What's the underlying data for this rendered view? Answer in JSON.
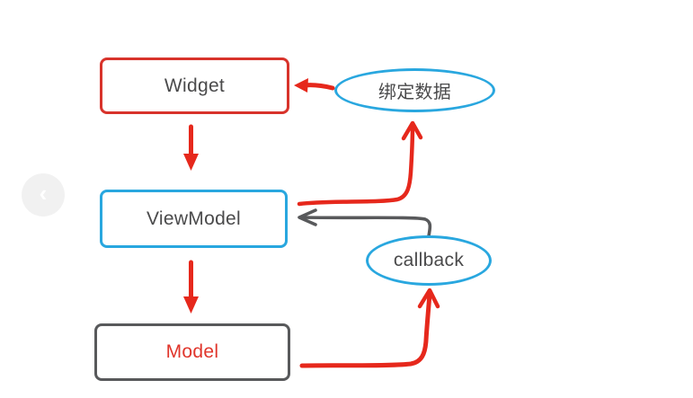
{
  "nodes": {
    "widget": {
      "label": "Widget"
    },
    "viewmodel": {
      "label": "ViewModel"
    },
    "model": {
      "label": "Model"
    },
    "bind_data": {
      "label": "绑定数据"
    },
    "callback": {
      "label": "callback"
    }
  },
  "nav": {
    "back_chevron": "‹"
  },
  "arrows": [
    {
      "name": "widget-to-viewmodel",
      "color": "red",
      "from": "widget",
      "to": "viewmodel"
    },
    {
      "name": "viewmodel-to-model",
      "color": "red",
      "from": "viewmodel",
      "to": "model"
    },
    {
      "name": "binddata-to-widget",
      "color": "red",
      "from": "bind_data",
      "to": "widget"
    },
    {
      "name": "viewmodel-to-binddata",
      "color": "red",
      "from": "viewmodel",
      "to": "bind_data"
    },
    {
      "name": "callback-to-viewmodel",
      "color": "gray",
      "from": "callback",
      "to": "viewmodel"
    },
    {
      "name": "model-to-callback",
      "color": "red",
      "from": "model",
      "to": "callback"
    }
  ],
  "colors": {
    "red": "#e6281c",
    "box_red": "#d8332b",
    "blue": "#29a7df",
    "dark_gray": "#58595b",
    "text_gray": "#4a4a4b",
    "model_red": "#e0352b"
  }
}
